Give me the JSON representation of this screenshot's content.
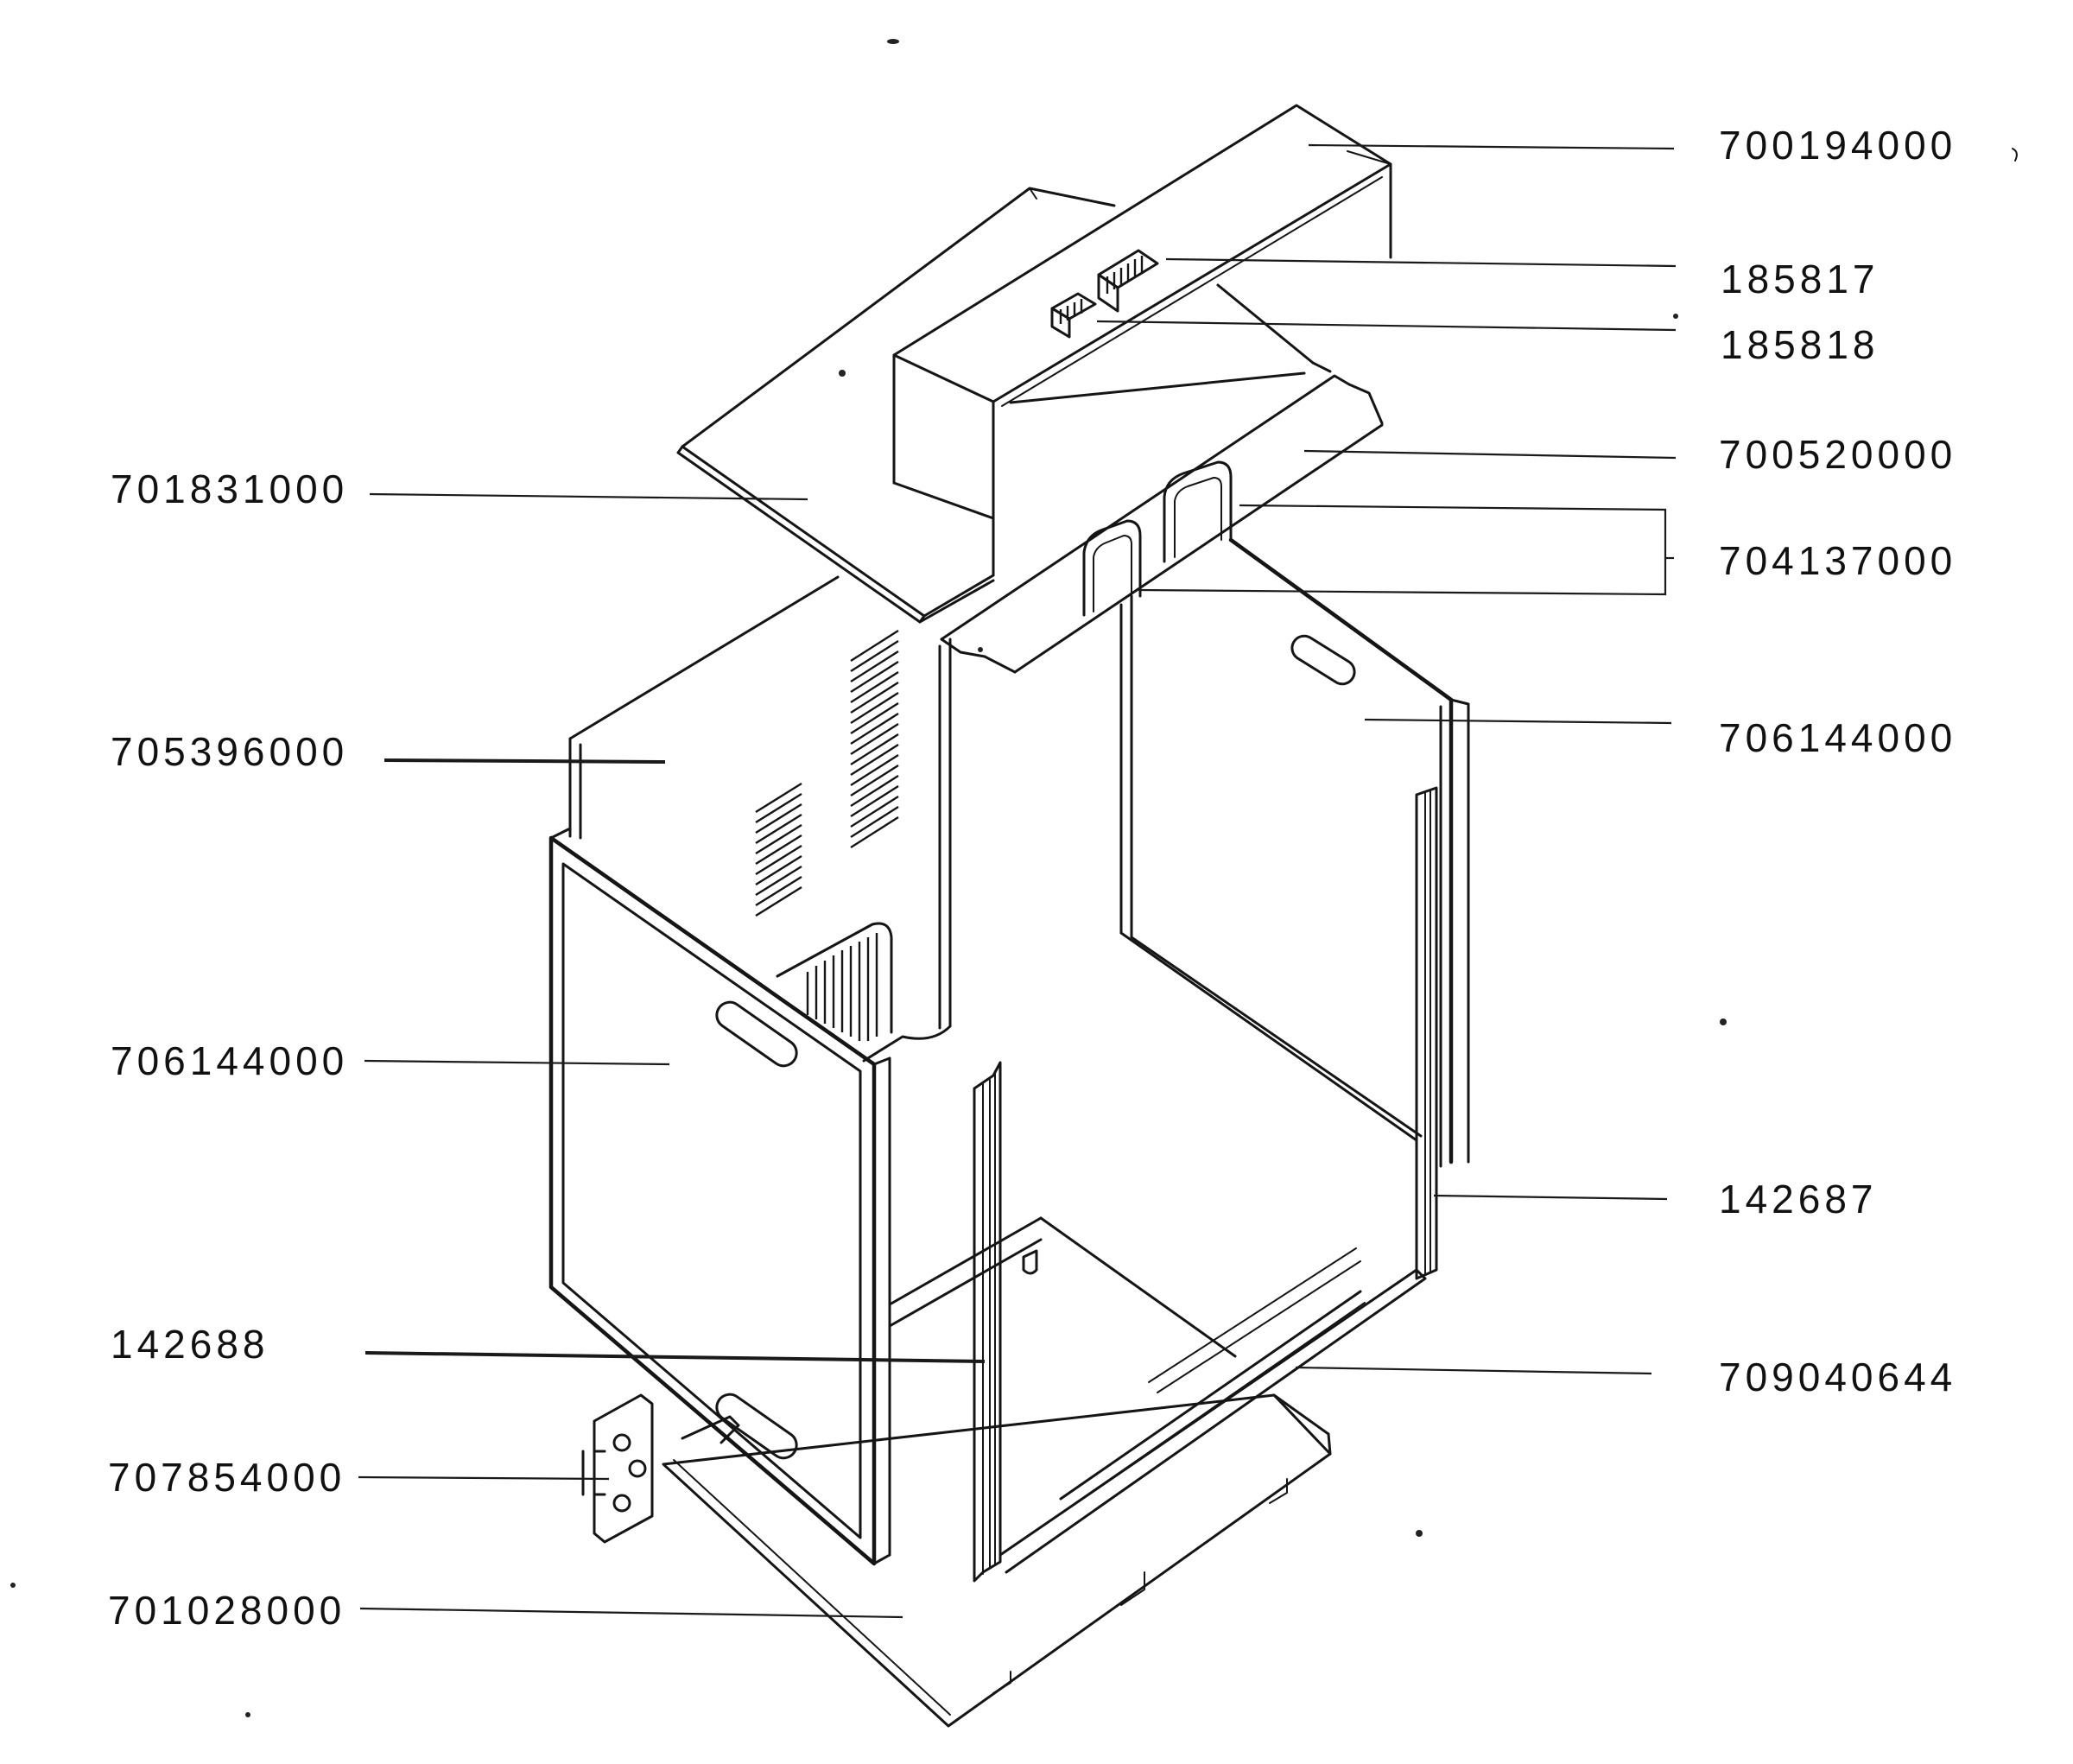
{
  "diagram": {
    "labels": {
      "top_cover": "700194000",
      "connector_upper": "185817",
      "connector_lower": "185818",
      "top_panel": "701831000",
      "rear_bracket_plate": "700520000",
      "handle_pair": "704137000",
      "back_wall": "705396000",
      "right_side_panel": "706144000",
      "left_side_panel": "706144000",
      "right_rail": "142687",
      "left_rail": "142688",
      "bottom_rail": "709040644",
      "hinge_bracket": "707854000",
      "base_plate": "701028000"
    }
  }
}
